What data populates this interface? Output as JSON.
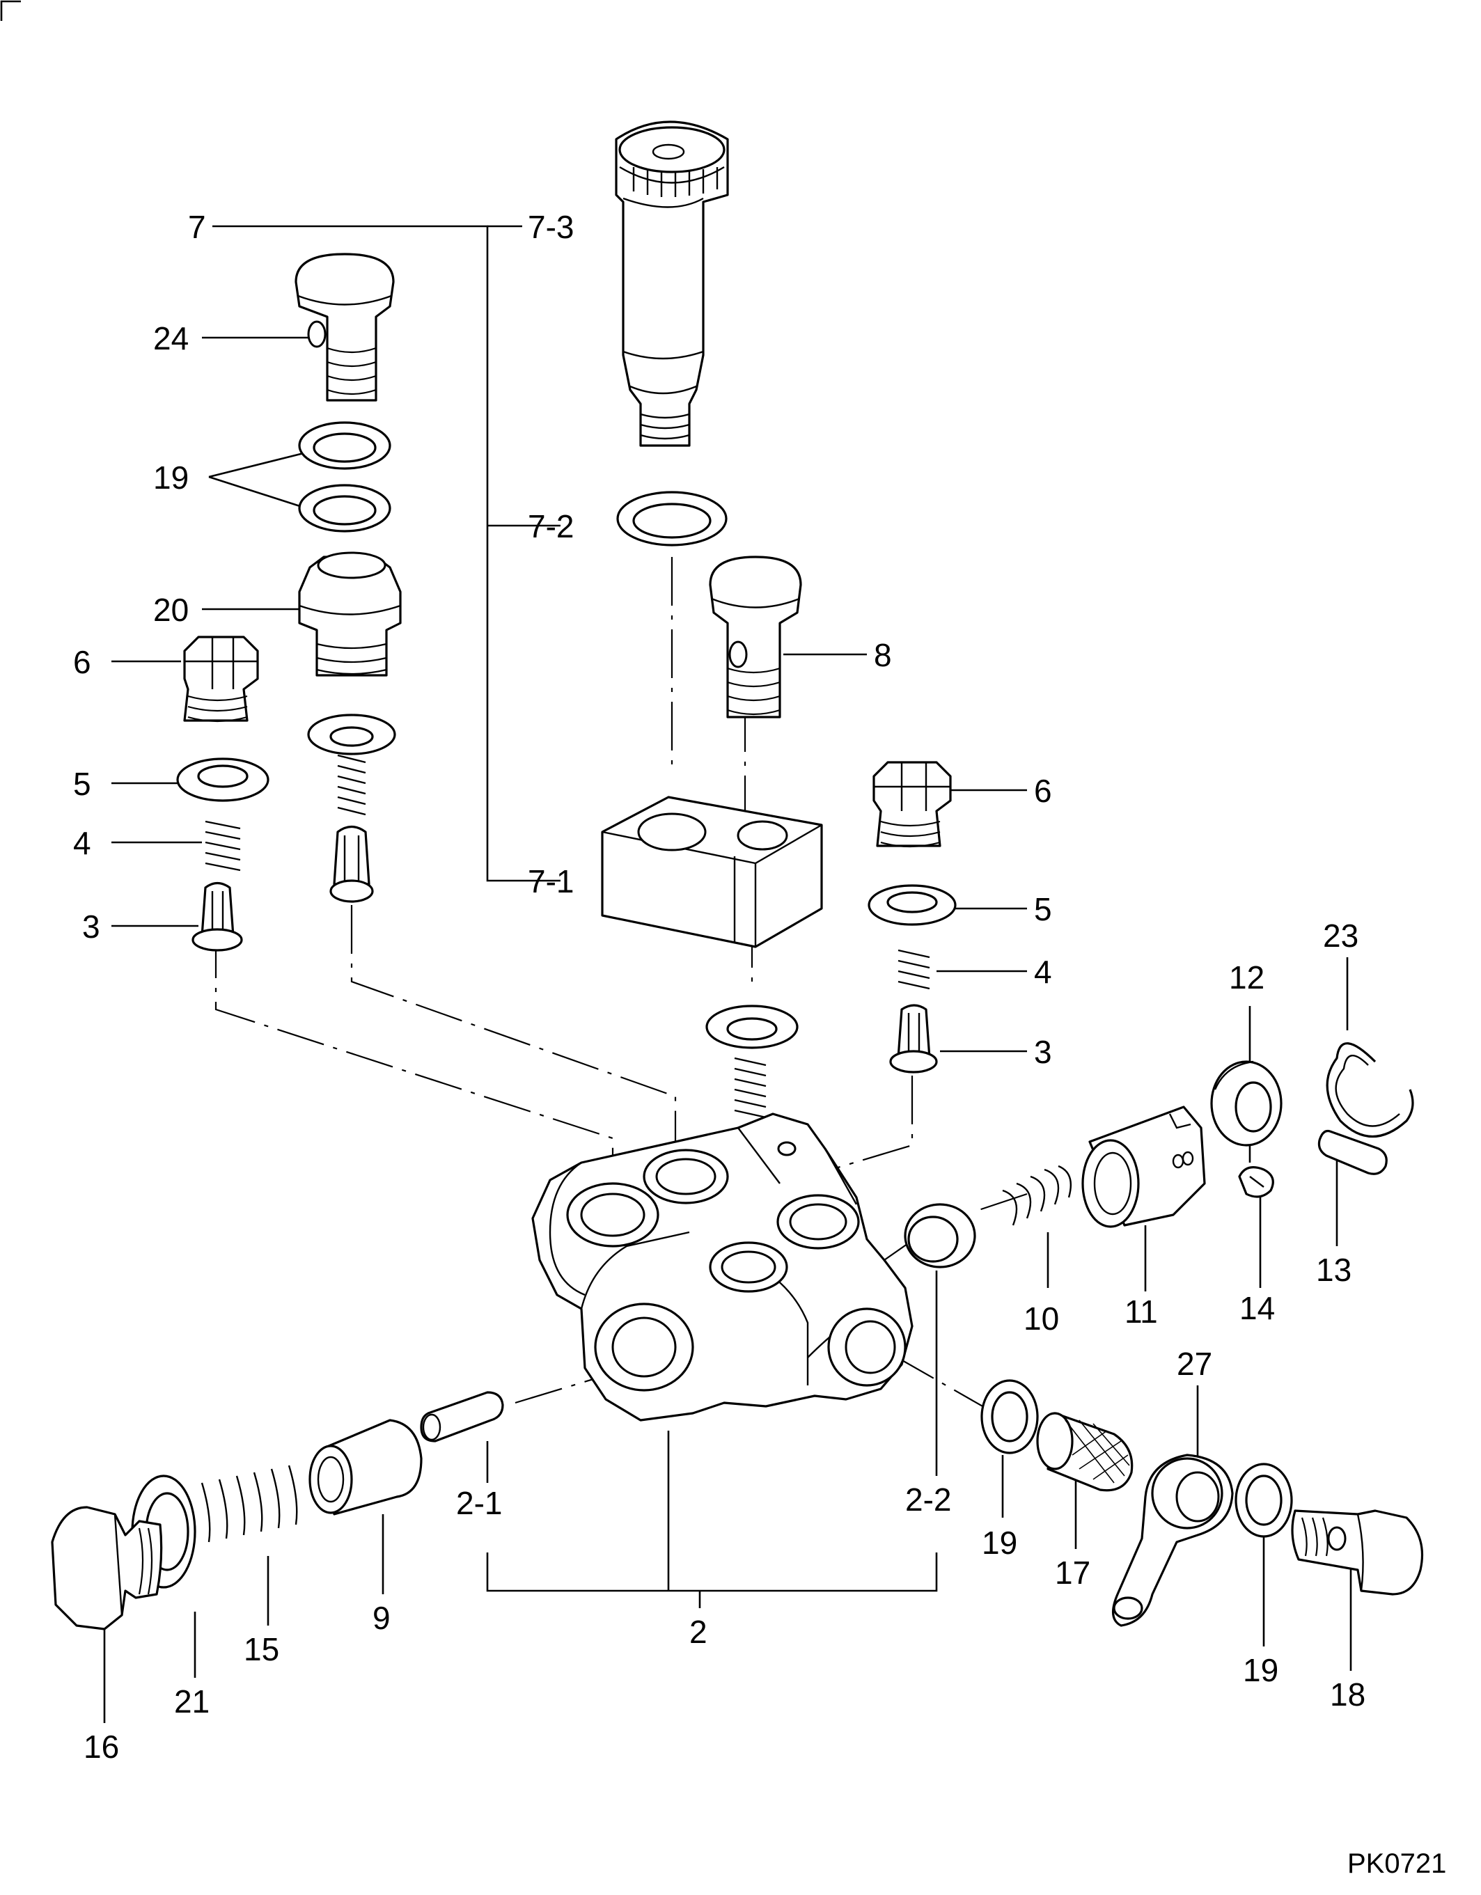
{
  "drawing_code": "PK0721",
  "callouts": {
    "c2": "2",
    "c2_1": "2-1",
    "c2_2": "2-2",
    "c3a": "3",
    "c3b": "3",
    "c4a": "4",
    "c4b": "4",
    "c5a": "5",
    "c5b": "5",
    "c6a": "6",
    "c6b": "6",
    "c7": "7",
    "c7_1": "7-1",
    "c7_2": "7-2",
    "c7_3": "7-3",
    "c8": "8",
    "c9": "9",
    "c10": "10",
    "c11": "11",
    "c12": "12",
    "c13": "13",
    "c14": "14",
    "c15": "15",
    "c16": "16",
    "c17": "17",
    "c18": "18",
    "c19a": "19",
    "c19b": "19",
    "c19c": "19",
    "c20": "20",
    "c21": "21",
    "c23": "23",
    "c24": "24",
    "c27": "27"
  }
}
